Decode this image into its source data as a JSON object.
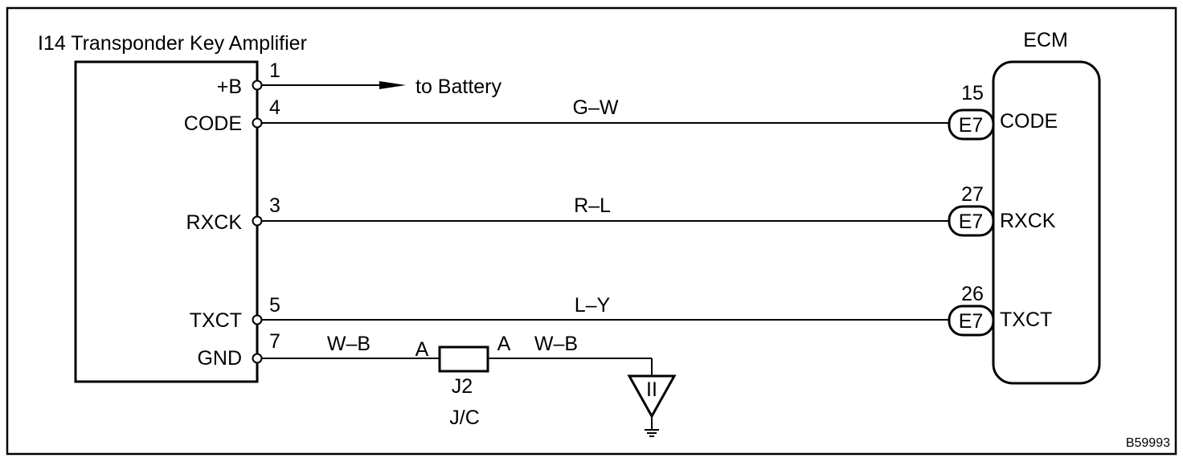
{
  "amplifier": {
    "title": "I14 Transponder Key Amplifier",
    "pins": [
      {
        "name": "+B",
        "number": "1"
      },
      {
        "name": "CODE",
        "number": "4"
      },
      {
        "name": "RXCK",
        "number": "3"
      },
      {
        "name": "TXCT",
        "number": "5"
      },
      {
        "name": "GND",
        "number": "7"
      }
    ]
  },
  "battery_label": "to Battery",
  "wires": [
    {
      "color": "G–W"
    },
    {
      "color": "R–L"
    },
    {
      "color": "L–Y"
    }
  ],
  "ground_wire": {
    "left_color": "W–B",
    "right_color": "W–B",
    "left_pin": "A",
    "right_pin": "A",
    "junction": "J2",
    "junction_block": "J/C",
    "ground_symbol": "II"
  },
  "ecm": {
    "title": "ECM",
    "terminals": [
      {
        "connector": "E7",
        "number": "15",
        "name": "CODE"
      },
      {
        "connector": "E7",
        "number": "27",
        "name": "RXCK"
      },
      {
        "connector": "E7",
        "number": "26",
        "name": "TXCT"
      }
    ]
  },
  "figure_code": "B59993"
}
